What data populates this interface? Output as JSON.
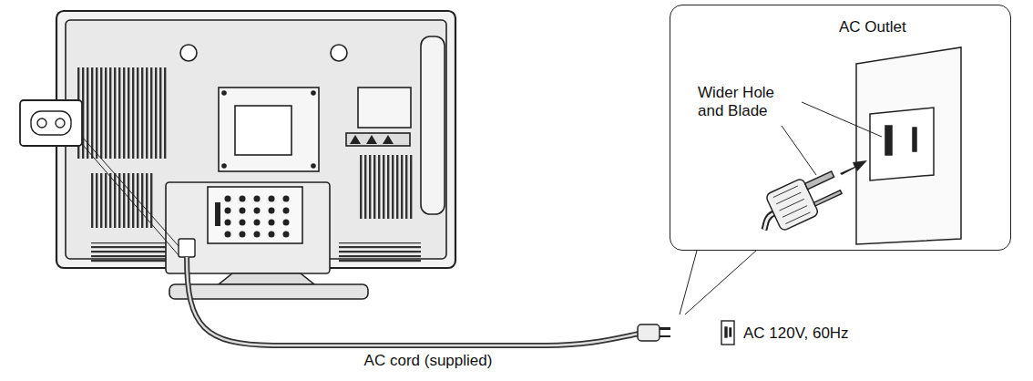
{
  "diagram": {
    "nodes": [
      {
        "text": [
          "AC Outlet",
          "Wider Hole and Blade"
        ]
      }
    ],
    "labels": [
      "AC cord (supplied)",
      "AC 120V, 60Hz"
    ]
  }
}
